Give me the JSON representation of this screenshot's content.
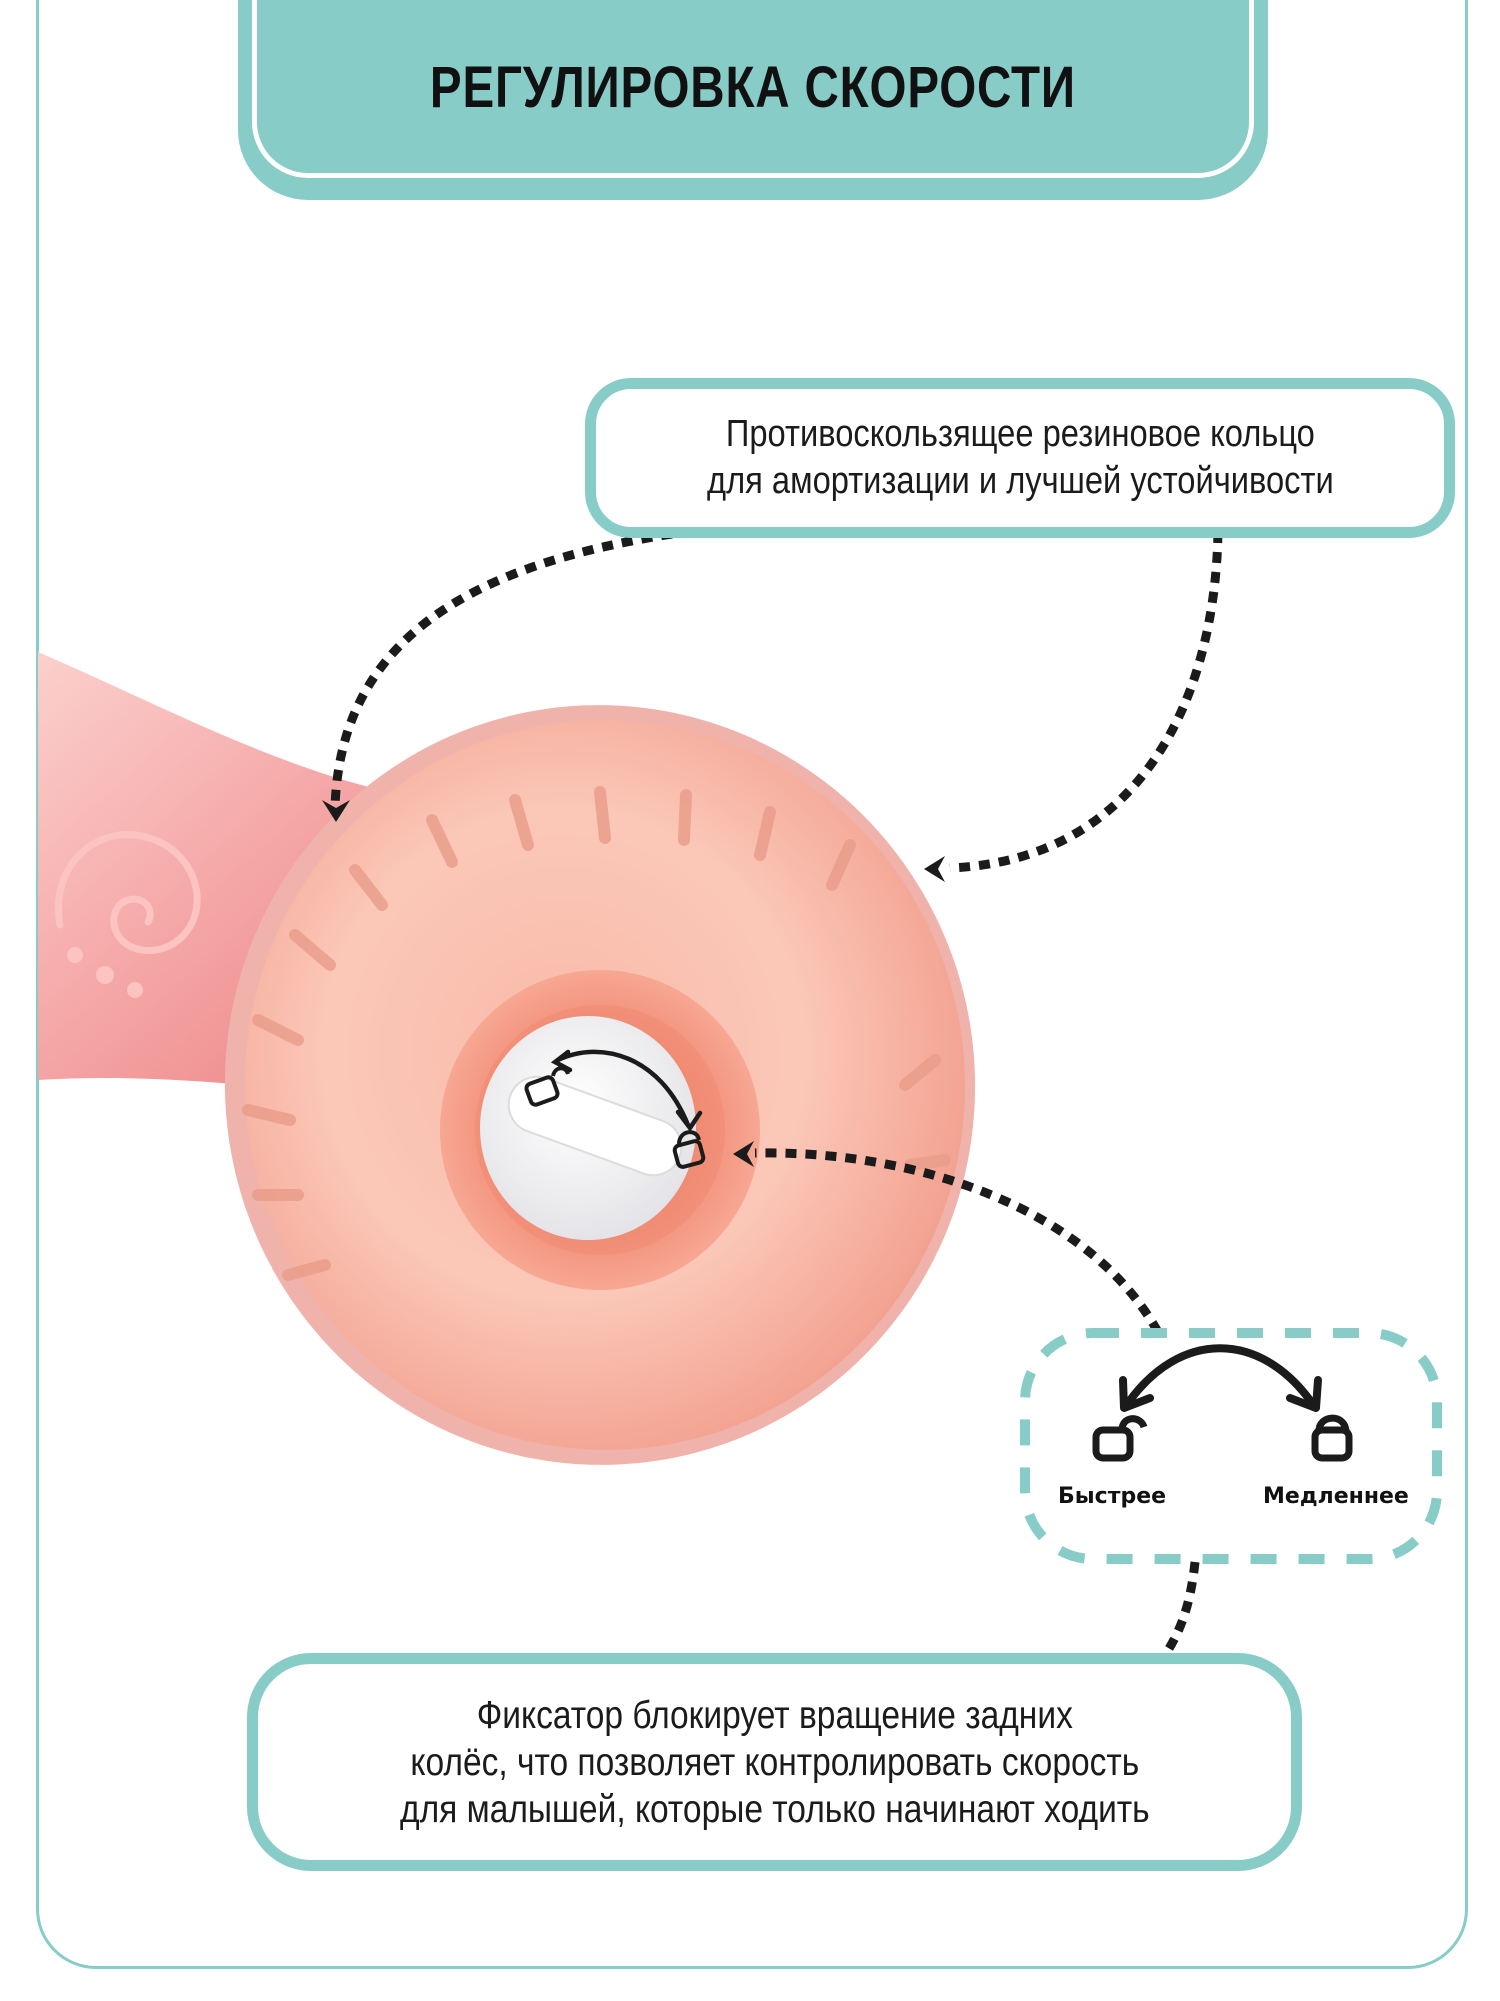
{
  "header": {
    "title": "РЕГУЛИРОВКА СКОРОСТИ"
  },
  "callouts": {
    "rubber_ring": {
      "lines": [
        "Противоскользящее резиновое кольцо",
        "для амортизации и лучшей устойчивости"
      ]
    },
    "lock": {
      "lines": [
        "Фиксатор блокирует вращение задних",
        "колёс, что позволяет контролировать скорость",
        "для малышей, которые только начинают ходить"
      ]
    }
  },
  "legend": {
    "fast_label": "Быстрее",
    "slow_label": "Медленнее",
    "fast_icon": "unlocked-padlock-icon",
    "slow_icon": "locked-padlock-icon",
    "arrow_icon": "double-headed-curved-arrow-icon"
  },
  "product": {
    "subject": "pink-walker-wheel-with-lock-dial"
  },
  "colors": {
    "accent": "#88ccc8",
    "text": "#111111",
    "wheel": "#f7b3a4",
    "body": "#f39a9a"
  }
}
